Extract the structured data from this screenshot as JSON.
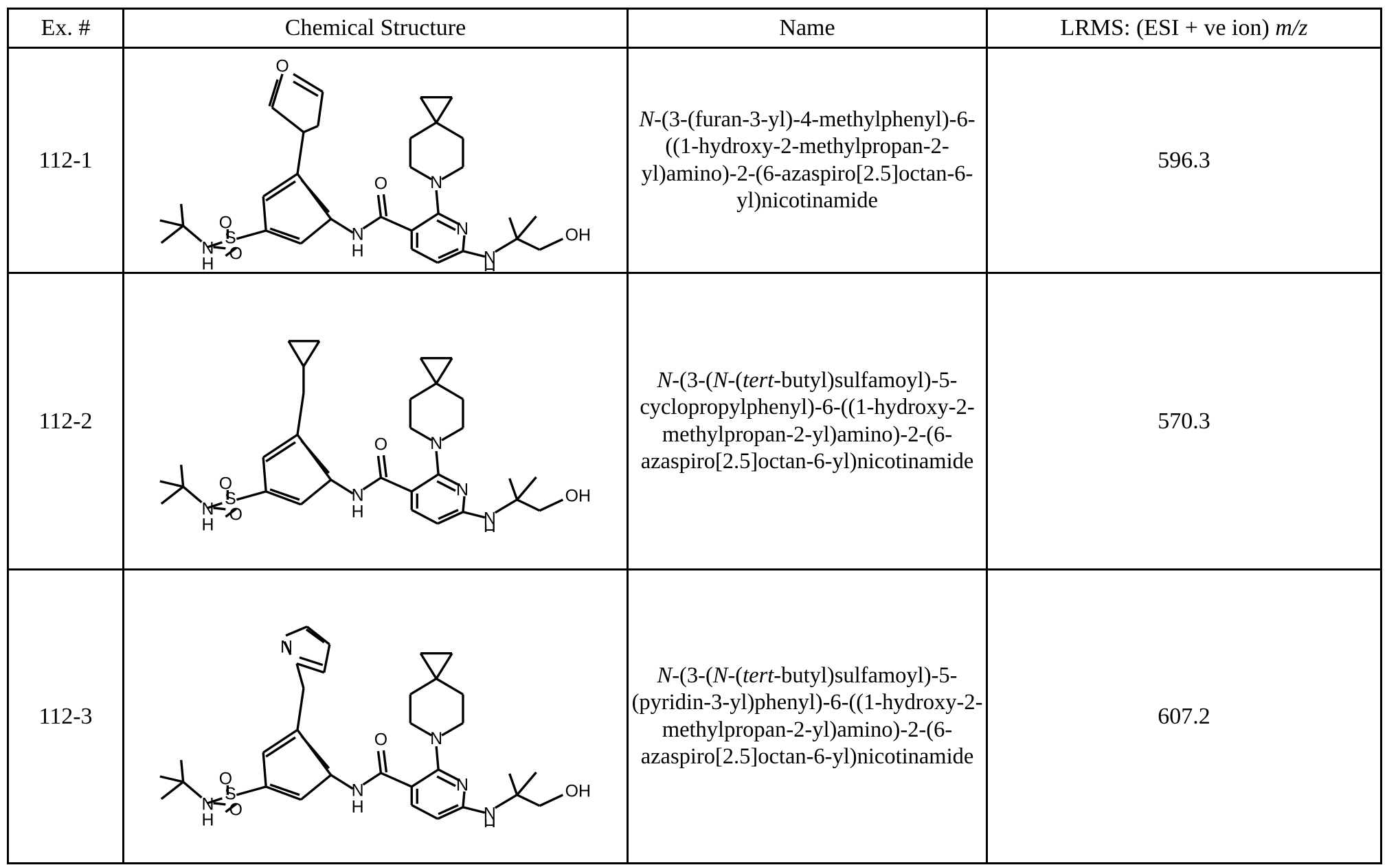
{
  "table": {
    "headers": [
      {
        "id": "ex",
        "label": "Ex. #"
      },
      {
        "id": "structure",
        "label": "Chemical Structure"
      },
      {
        "id": "name",
        "label": "Name"
      },
      {
        "id": "lrms",
        "label_main": "LRMS: (ESI + ve ion) ",
        "label_italic": "m/z"
      }
    ],
    "rows": [
      {
        "ex": "112-1",
        "lrms": "596.3",
        "name_segments": [
          {
            "text": "N",
            "italic": true
          },
          {
            "text": "-(3-(furan-3-yl)-4-methylphenyl)-6-((1-hydroxy-2-methylpropan-2-yl)amino)-2-(6-azaspiro[2.5]octan-6-yl)nicotinamide",
            "italic": false
          }
        ],
        "name_plain": "N-(3-(furan-3-yl)-4-methylphenyl)-6-((1-hydroxy-2-methylpropan-2-yl)amino)-2-(6-azaspiro[2.5]octan-6-yl)nicotinamide",
        "structure": {
          "aryl_substituent": "furan-3-yl",
          "labels": {
            "furan_oxygen": "O",
            "sulfonyl_o_top": "O",
            "sulfonyl_o_bottom": "O",
            "sulfur": "S",
            "sulfonamide_n": "N",
            "sulfonamide_h": "H",
            "amide_o": "O",
            "amide_n": "N",
            "amide_h": "H",
            "piperidine_n": "N",
            "pyridine_n": "N",
            "aminolink_n": "N",
            "aminolink_h": "H",
            "hydroxyl": "OH"
          }
        }
      },
      {
        "ex": "112-2",
        "lrms": "570.3",
        "name_segments": [
          {
            "text": "N",
            "italic": true
          },
          {
            "text": "-(3-(",
            "italic": false
          },
          {
            "text": "N",
            "italic": true
          },
          {
            "text": "-(",
            "italic": false
          },
          {
            "text": "tert",
            "italic": true
          },
          {
            "text": "-butyl)sulfamoyl)-5-cyclopropylphenyl)-6-((1-hydroxy-2-methylpropan-2-yl)amino)-2-(6-azaspiro[2.5]octan-6-yl)nicotinamide",
            "italic": false
          }
        ],
        "name_plain": "N-(3-(N-(tert-butyl)sulfamoyl)-5-cyclopropylphenyl)-6-((1-hydroxy-2-methylpropan-2-yl)amino)-2-(6-azaspiro[2.5]octan-6-yl)nicotinamide",
        "structure": {
          "aryl_substituent": "cyclopropyl",
          "labels": {
            "sulfonyl_o_top": "O",
            "sulfonyl_o_bottom": "O",
            "sulfur": "S",
            "sulfonamide_n": "N",
            "sulfonamide_h": "H",
            "amide_o": "O",
            "amide_n": "N",
            "amide_h": "H",
            "piperidine_n": "N",
            "pyridine_n": "N",
            "aminolink_n": "N",
            "aminolink_h": "H",
            "hydroxyl": "OH"
          }
        }
      },
      {
        "ex": "112-3",
        "lrms": "607.2",
        "name_segments": [
          {
            "text": "N",
            "italic": true
          },
          {
            "text": "-(3-(",
            "italic": false
          },
          {
            "text": "N",
            "italic": true
          },
          {
            "text": "-(",
            "italic": false
          },
          {
            "text": "tert",
            "italic": true
          },
          {
            "text": "-butyl)sulfamoyl)-5-(pyridin-3-yl)phenyl)-6-((1-hydroxy-2-methylpropan-2-yl)amino)-2-(6-azaspiro[2.5]octan-6-yl)nicotinamide",
            "italic": false
          }
        ],
        "name_plain": "N-(3-(N-(tert-butyl)sulfamoyl)-5-(pyridin-3-yl)phenyl)-6-((1-hydroxy-2-methylpropan-2-yl)amino)-2-(6-azaspiro[2.5]octan-6-yl)nicotinamide",
        "structure": {
          "aryl_substituent": "pyridin-3-yl",
          "labels": {
            "pyridyl_n": "N",
            "sulfonyl_o_top": "O",
            "sulfonyl_o_bottom": "O",
            "sulfur": "S",
            "sulfonamide_n": "N",
            "sulfonamide_h": "H",
            "amide_o": "O",
            "amide_n": "N",
            "amide_h": "H",
            "piperidine_n": "N",
            "pyridine_n": "N",
            "aminolink_n": "N",
            "aminolink_h": "H",
            "hydroxyl": "OH"
          }
        }
      }
    ]
  },
  "colors": {
    "ink": "#000000",
    "paper": "#ffffff"
  }
}
